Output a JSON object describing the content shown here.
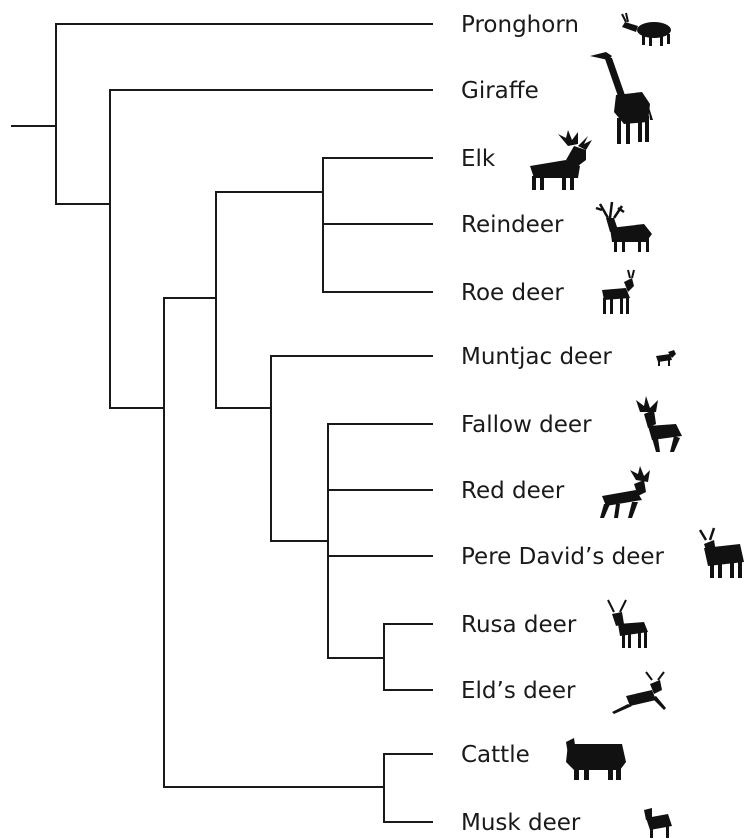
{
  "taxa": [
    {
      "name": "Pronghorn",
      "icon": "pronghorn-icon"
    },
    {
      "name": "Giraffe",
      "icon": "giraffe-icon"
    },
    {
      "name": "Elk",
      "icon": "elk-icon"
    },
    {
      "name": "Reindeer",
      "icon": "reindeer-icon"
    },
    {
      "name": "Roe deer",
      "icon": "roe-deer-icon"
    },
    {
      "name": "Muntjac deer",
      "icon": "muntjac-deer-icon"
    },
    {
      "name": "Fallow deer",
      "icon": "fallow-deer-icon"
    },
    {
      "name": "Red deer",
      "icon": "red-deer-icon"
    },
    {
      "name": "Pere David’s deer",
      "icon": "pere-davids-deer-icon"
    },
    {
      "name": "Rusa deer",
      "icon": "rusa-deer-icon"
    },
    {
      "name": "Eld’s deer",
      "icon": "elds-deer-icon"
    },
    {
      "name": "Cattle",
      "icon": "cattle-icon"
    },
    {
      "name": "Musk deer",
      "icon": "musk-deer-icon"
    }
  ],
  "colors": {
    "line": "#1a1a1a",
    "silhouette": "#111111",
    "background": "#ffffff"
  }
}
